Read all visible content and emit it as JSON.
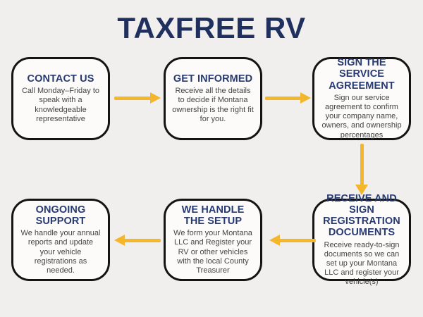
{
  "title": "TAXFREE RV",
  "colors": {
    "background": "#F0EFEE",
    "box_fill": "#FCFBFA",
    "box_border": "#141414",
    "title_color": "#20305E",
    "heading_color": "#273A72",
    "body_color": "#454545",
    "arrow_color": "#F4B62B"
  },
  "steps": [
    {
      "heading": "CONTACT US",
      "body": "Call Monday–Friday to speak with a knowledgeable representative"
    },
    {
      "heading": "GET INFORMED",
      "body": "Receive all the details to decide if Montana ownership is the right fit for you."
    },
    {
      "heading": "SIGN THE SERVICE AGREEMENT",
      "body": "Sign our service agreement to confirm your company name, owners, and ownership percentages"
    },
    {
      "heading": "RECEIVE AND SIGN REGISTRATION DOCUMENTS",
      "body": "Receive ready-to-sign documents so we can set up your Montana LLC and register your vehicle(s)"
    },
    {
      "heading": "WE HANDLE THE SETUP",
      "body": "We form your Montana LLC and Register your RV or other vehicles with the local County Treasurer"
    },
    {
      "heading": "ONGOING SUPPORT",
      "body": "We handle your annual reports and update your vehicle registrations as needed."
    }
  ],
  "arrows": [
    {
      "from": "CONTACT US",
      "to": "GET INFORMED",
      "direction": "right"
    },
    {
      "from": "GET INFORMED",
      "to": "SIGN THE SERVICE AGREEMENT",
      "direction": "right"
    },
    {
      "from": "SIGN THE SERVICE AGREEMENT",
      "to": "RECEIVE AND SIGN REGISTRATION DOCUMENTS",
      "direction": "down"
    },
    {
      "from": "RECEIVE AND SIGN REGISTRATION DOCUMENTS",
      "to": "WE HANDLE THE SETUP",
      "direction": "left"
    },
    {
      "from": "WE HANDLE THE SETUP",
      "to": "ONGOING SUPPORT",
      "direction": "left"
    }
  ]
}
